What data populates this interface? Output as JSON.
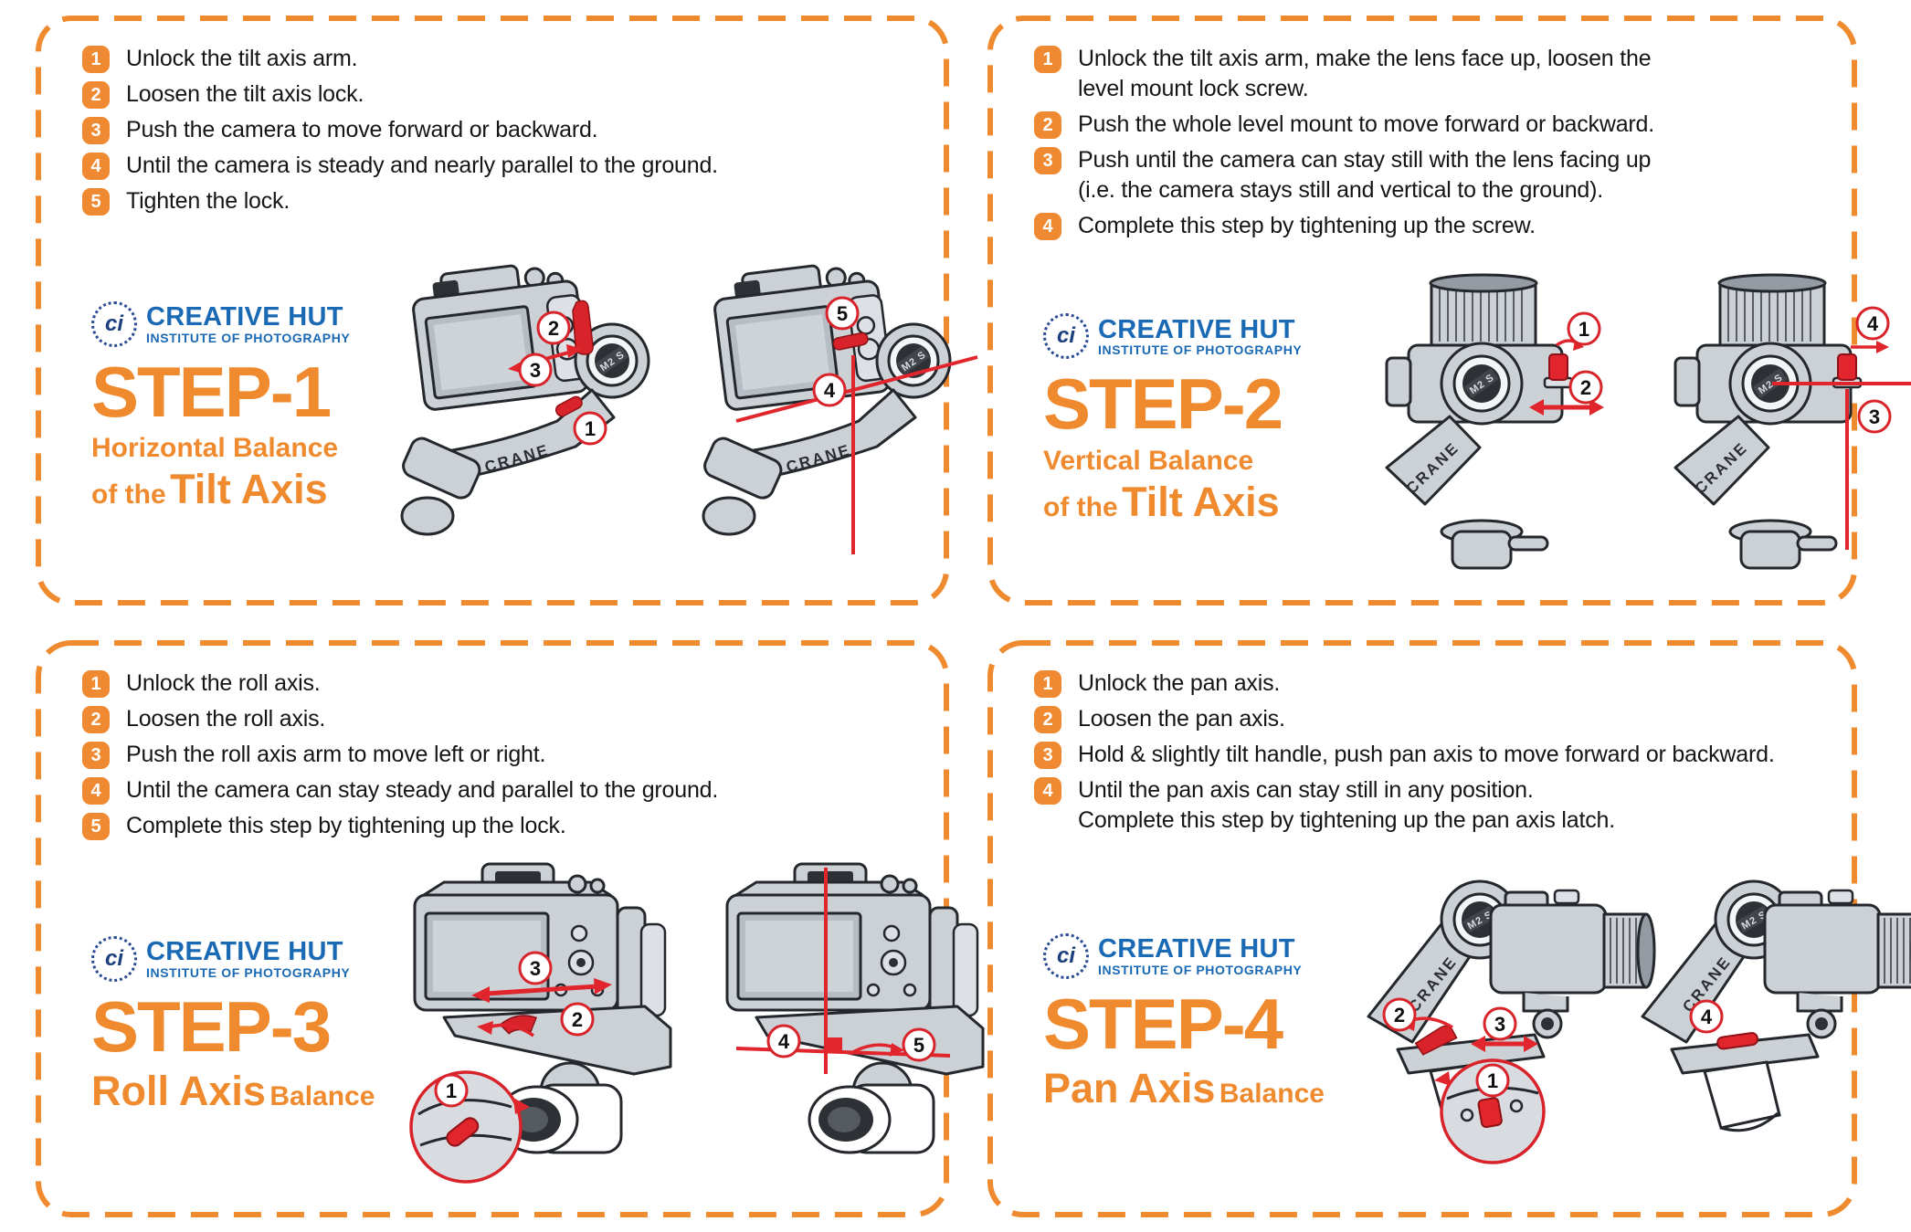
{
  "colors": {
    "accent_orange": "#EF8A2E",
    "brand_blue": "#1A69B4",
    "callout_red": "#E0252C",
    "body_text": "#151515"
  },
  "brand": {
    "name": "CREATIVE HUT",
    "tagline": "INSTITUTE OF PHOTOGRAPHY",
    "monogram": "ci"
  },
  "gimbal": {
    "arm_label": "CRANE",
    "motor_label": "M2 S"
  },
  "panels": [
    {
      "step_label": "STEP-1",
      "subtitle": {
        "line1": "Horizontal Balance",
        "small": "of the",
        "big": "Tilt Axis"
      },
      "steps": [
        {
          "num": "1",
          "text": "Unlock the tilt axis arm."
        },
        {
          "num": "2",
          "text": "Loosen the tilt axis lock."
        },
        {
          "num": "3",
          "text": "Push the camera to move forward or backward."
        },
        {
          "num": "4",
          "text": "Until the camera is steady and nearly parallel to the ground."
        },
        {
          "num": "5",
          "text": "Tighten the lock."
        }
      ],
      "figures": [
        {
          "markers": [
            "2",
            "3",
            "1"
          ]
        },
        {
          "markers": [
            "5",
            "4"
          ]
        }
      ]
    },
    {
      "step_label": "STEP-2",
      "subtitle": {
        "line1": "Vertical Balance",
        "small": "of the",
        "big": "Tilt Axis"
      },
      "steps": [
        {
          "num": "1",
          "text": "Unlock the tilt axis arm, make the lens face up, loosen the",
          "text2": "level mount lock screw."
        },
        {
          "num": "2",
          "text": "Push the whole level mount to move forward or backward."
        },
        {
          "num": "3",
          "text": "Push until the camera can stay still with the lens facing up",
          "text2": "(i.e. the camera stays still and vertical to the ground)."
        },
        {
          "num": "4",
          "text": "Complete this step by tightening up the screw."
        }
      ],
      "figures": [
        {
          "markers": [
            "1",
            "2"
          ]
        },
        {
          "markers": [
            "4",
            "3"
          ]
        }
      ]
    },
    {
      "step_label": "STEP-3",
      "subtitle": {
        "big": "Roll Axis",
        "small": "Balance"
      },
      "steps": [
        {
          "num": "1",
          "text": "Unlock the roll axis."
        },
        {
          "num": "2",
          "text": "Loosen the roll axis."
        },
        {
          "num": "3",
          "text": "Push the roll axis arm to move left or right."
        },
        {
          "num": "4",
          "text": "Until the camera can stay steady and parallel to the ground."
        },
        {
          "num": "5",
          "text": "Complete this step by tightening up the lock."
        }
      ],
      "figures": [
        {
          "markers": [
            "3",
            "2",
            "1"
          ]
        },
        {
          "markers": [
            "4",
            "5"
          ]
        }
      ]
    },
    {
      "step_label": "STEP-4",
      "subtitle": {
        "big": "Pan Axis",
        "small": "Balance"
      },
      "steps": [
        {
          "num": "1",
          "text": "Unlock the pan axis."
        },
        {
          "num": "2",
          "text": "Loosen the pan axis."
        },
        {
          "num": "3",
          "text": "Hold & slightly tilt handle, push pan axis to move forward or backward."
        },
        {
          "num": "4",
          "text": "Until the pan axis can stay still in any position.",
          "text2": "Complete this step by tightening up the pan axis latch."
        }
      ],
      "figures": [
        {
          "markers": [
            "2",
            "3",
            "1"
          ]
        },
        {
          "markers": [
            "4"
          ]
        }
      ]
    }
  ]
}
